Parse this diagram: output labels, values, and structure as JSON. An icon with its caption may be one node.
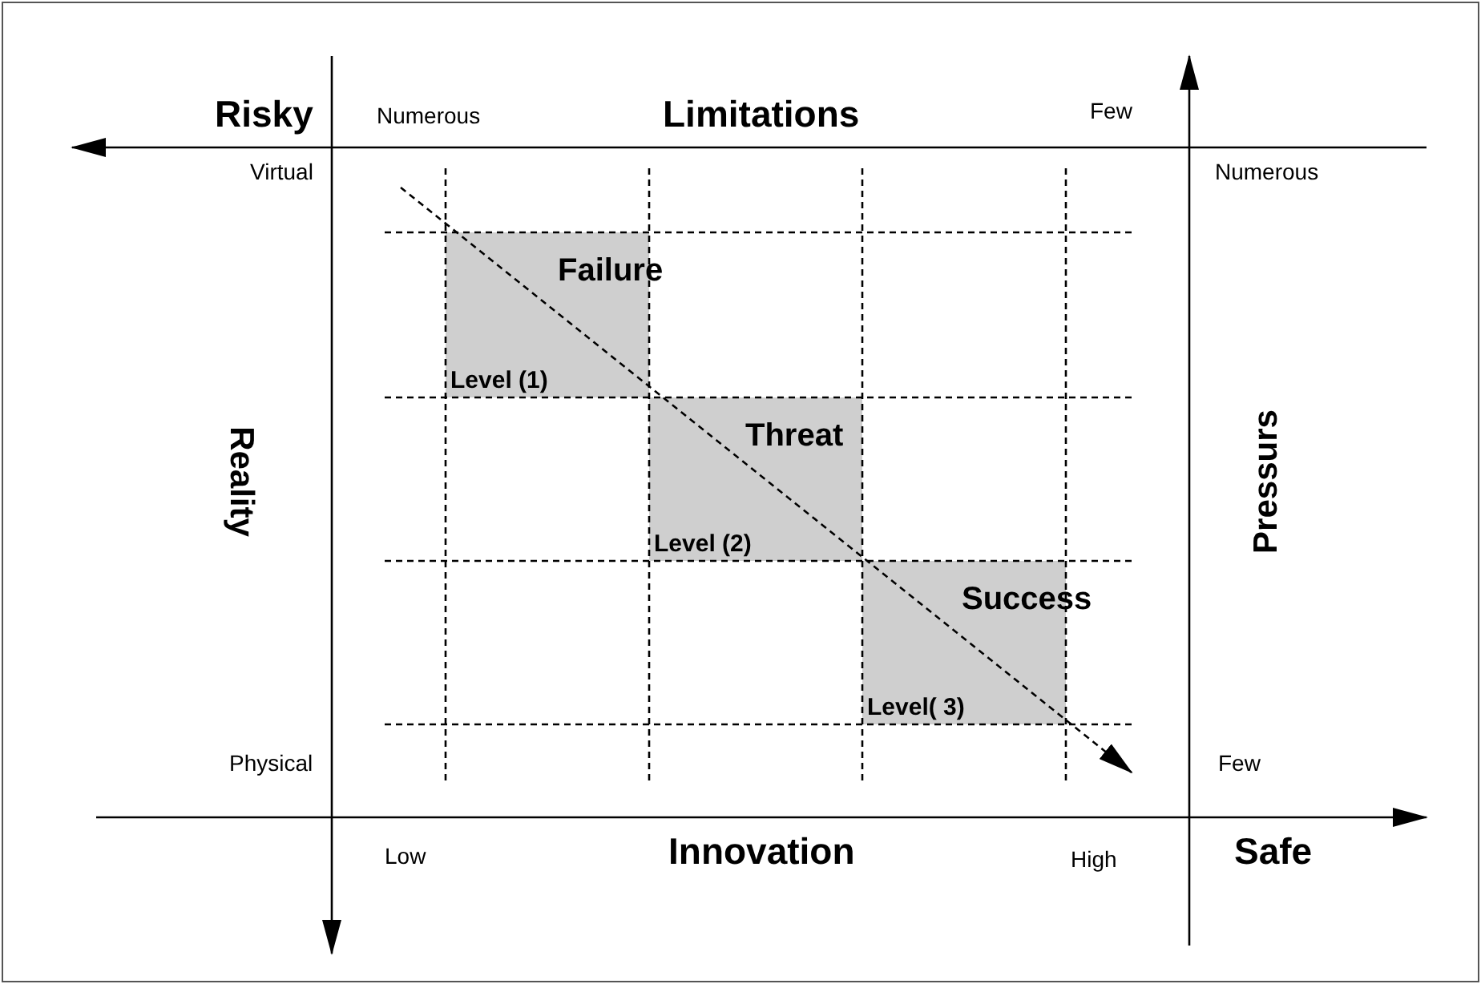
{
  "diagram": {
    "nodes": [
      {
        "text": [
          "Failure",
          "Level (1)"
        ]
      },
      {
        "text": [
          "Threat",
          "Level (2)"
        ]
      },
      {
        "text": [
          "Success",
          "Level( 3)"
        ]
      }
    ],
    "labels": [
      "Risky",
      "Numerous",
      "Limitations",
      "Few",
      "Virtual",
      "Numerous",
      "Reality",
      "Pressurs",
      "Physical",
      "Few",
      "Low",
      "Innovation",
      "High",
      "Safe"
    ]
  }
}
